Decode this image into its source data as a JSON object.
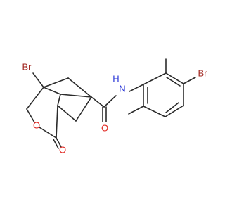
{
  "colors": {
    "bond": "#2b2b2b",
    "bromine": "#a1261f",
    "oxygen": "#e0231d",
    "nitrogen": "#2633d6",
    "carbon": "#2b2b2b",
    "background": "#ffffff"
  },
  "atoms": {
    "br_left": "Br",
    "br_right": "Br",
    "o_ring": "O",
    "o_lactone": "O",
    "o_amide": "O",
    "n_amide": "N",
    "h_amide": "H"
  }
}
